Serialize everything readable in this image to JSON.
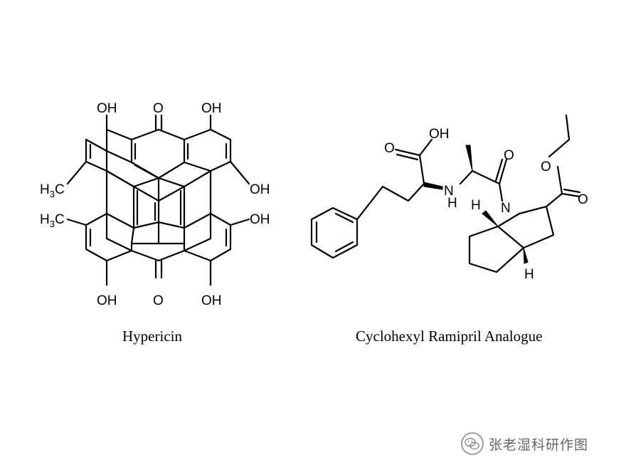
{
  "captions": {
    "left": "Hypericin",
    "right": "Cyclohexyl Ramipril Analogue"
  },
  "atoms": {
    "oh": "OH",
    "o": "O",
    "h3c_main": "H",
    "h3c_sub": "3",
    "h3c_c": "C",
    "n": "N",
    "h": "H"
  },
  "watermark": {
    "text": "张老湿科研作图",
    "icon": "wechat-icon"
  },
  "colors": {
    "ink": "#000000",
    "watermark": "#666666"
  }
}
